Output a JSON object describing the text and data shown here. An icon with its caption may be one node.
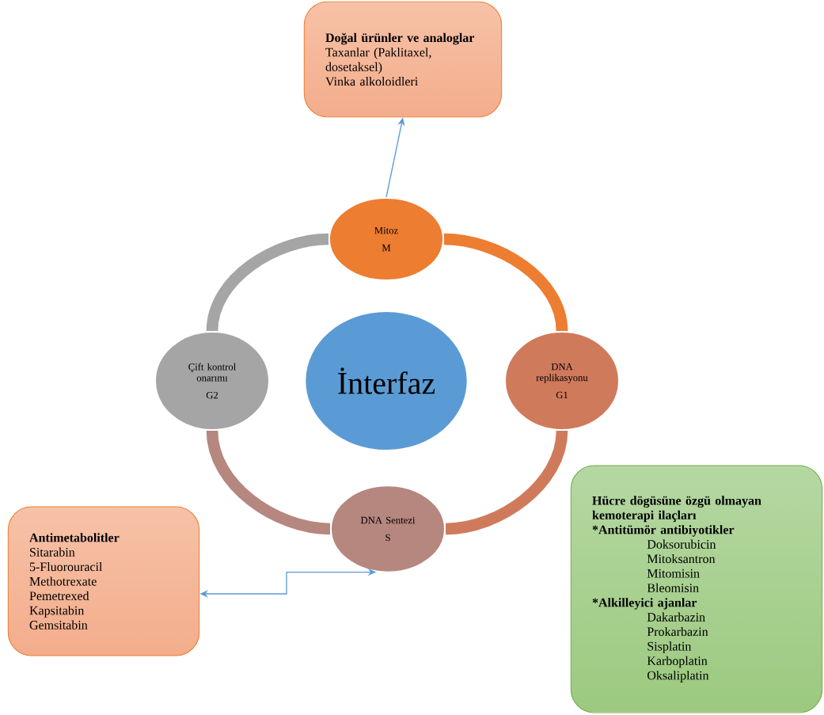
{
  "diagram": {
    "nodes": [
      {
        "text": [
          "Doğal ürünler ve analoglar",
          "Taxanlar (Paklitaxel, dosetaksel)",
          "Vinka alkoloidleri"
        ]
      },
      {
        "text": [
          "Mitoz",
          "M"
        ]
      },
      {
        "text": [
          "Çift kontrol onarımı",
          "G2"
        ]
      },
      {
        "text": [
          "İnterfaz"
        ]
      },
      {
        "text": [
          "DNA replikasyonu",
          "G1"
        ]
      },
      {
        "text": [
          "DNA Sentezi",
          "S"
        ]
      },
      {
        "text": [
          "Antimetabolitler",
          "Sitarabin",
          "5-Fluorouracil",
          "Methotrexate",
          "Pemetrexed",
          "Kapsitabin",
          "Gemsitabin"
        ]
      },
      {
        "text": [
          "Hücre dögüsüne özgü olmayan kemoterapi ilaçları",
          "*Antitümör antibiyotikler",
          "Doksorubicin",
          "Mitoksantron",
          "Mitomisin",
          "Bleomisin",
          "*Alkilleyici ajanlar",
          "Dakarbazin",
          "Prokarbazin",
          "Sisplatin",
          "Karboplatin",
          "Oksaliplatin"
        ]
      }
    ],
    "edges": [
      {
        "from": 1,
        "to": 0,
        "arrow": "to",
        "color": "#5b9bd5"
      },
      {
        "from": 5,
        "to": 6,
        "arrow": "both",
        "color": "#5b9bd5"
      },
      {
        "from": 1,
        "to": 4,
        "arrow": "none",
        "color": "#ed7d31"
      },
      {
        "from": 4,
        "to": 5,
        "arrow": "none",
        "color": "#d07a5c"
      },
      {
        "from": 5,
        "to": 2,
        "arrow": "none",
        "color": "#b5877f"
      },
      {
        "from": 2,
        "to": 1,
        "arrow": "none",
        "color": "#a5a5a5"
      }
    ]
  }
}
